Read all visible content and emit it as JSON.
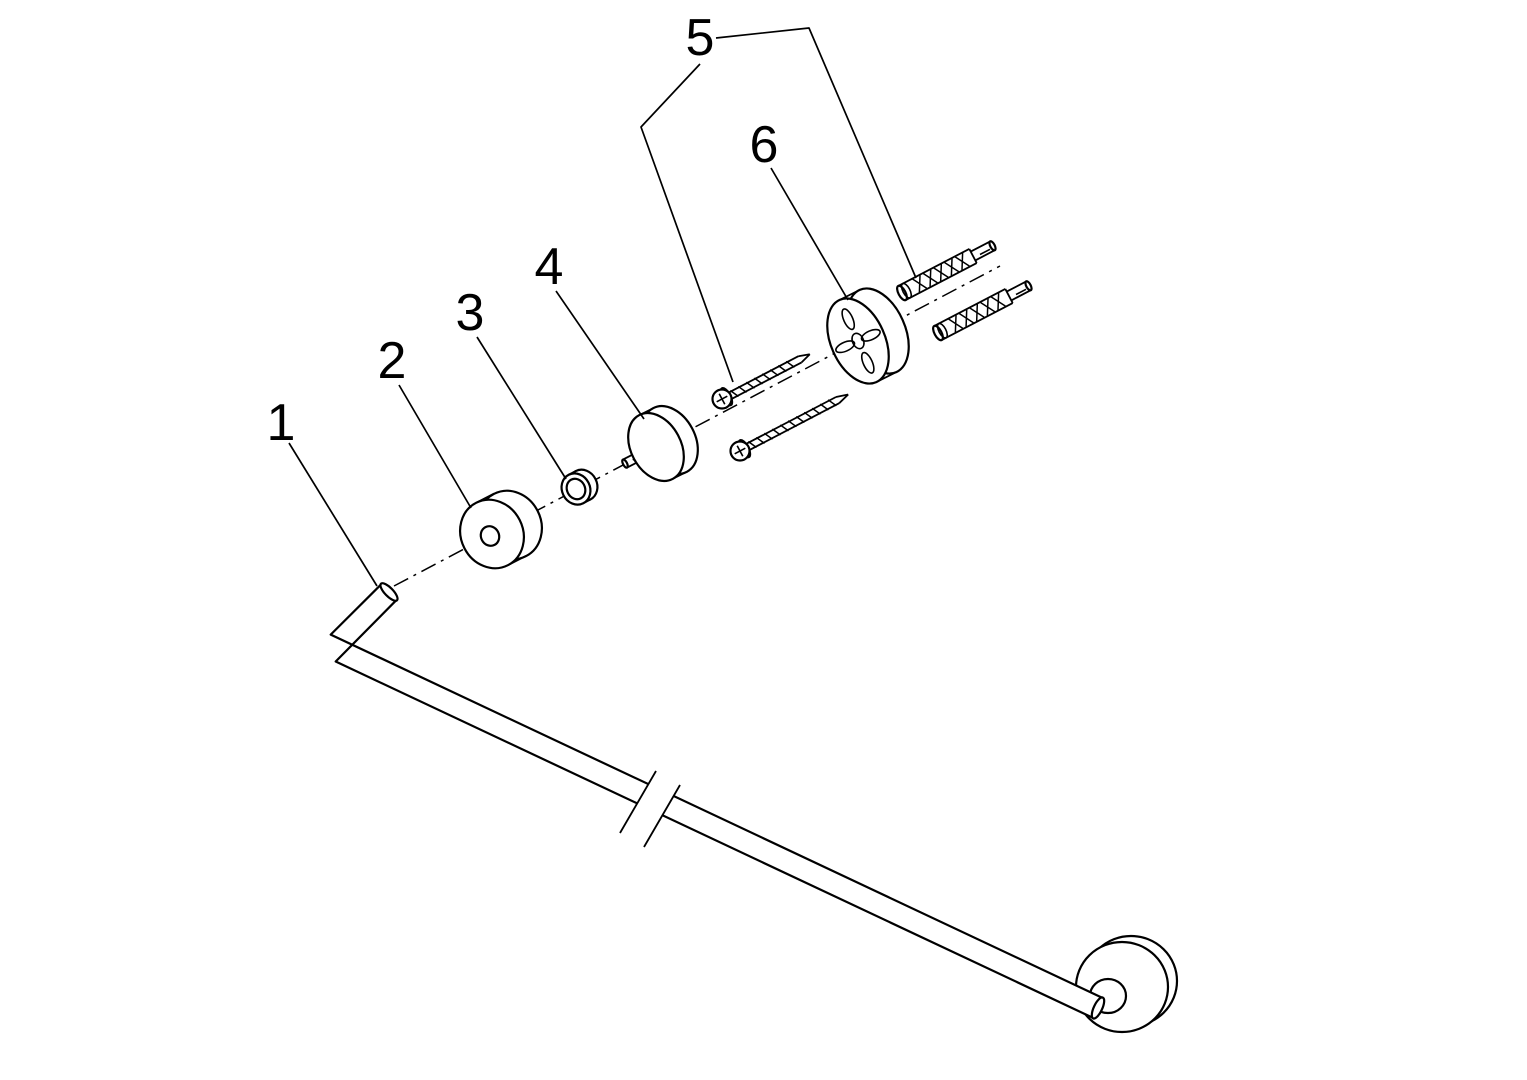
{
  "diagram": {
    "background_color": "#ffffff",
    "line_color": "#000000",
    "part_labels": [
      "1",
      "2",
      "3",
      "4",
      "5",
      "6"
    ]
  }
}
